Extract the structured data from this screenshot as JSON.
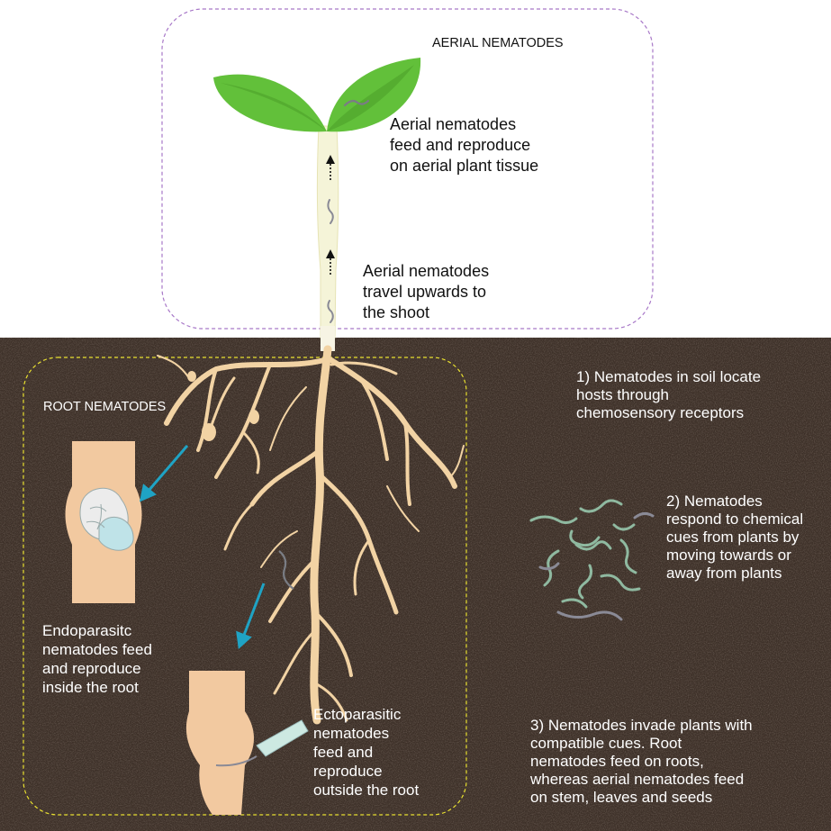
{
  "aerial": {
    "title": "AERIAL NEMATODES",
    "feed_text": "Aerial nematodes\nfeed and reproduce\non aerial plant tissue",
    "travel_text": "Aerial nematodes\ntravel upwards to\nthe shoot"
  },
  "root": {
    "title": "ROOT NEMATODES",
    "endo_text": "Endoparasitc\nnematodes feed\nand reproduce\ninside the root",
    "ecto_text": "Ectoparasitic\nnematodes\nfeed and\nreproduce\noutside the root"
  },
  "steps": {
    "step1": "1)  Nematodes in soil locate\n      hosts through\n      chemosensory receptors",
    "step2": "2) Nematodes\nrespond to chemical\ncues from plants by\nmoving towards or\naway from plants",
    "step3": "3) Nematodes invade plants with\ncompatible cues. Root\nnematodes feed on roots,\nwhereas aerial nematodes feed\non stem, leaves and seeds"
  },
  "colors": {
    "soil": "#3e3129",
    "root": "#f2d3a4",
    "leaf": "#63c23a",
    "aerial_border": "#a878c8",
    "root_border": "#e8e030",
    "arrow": "#1fa3c4",
    "nematode": "#8fb9a0"
  }
}
